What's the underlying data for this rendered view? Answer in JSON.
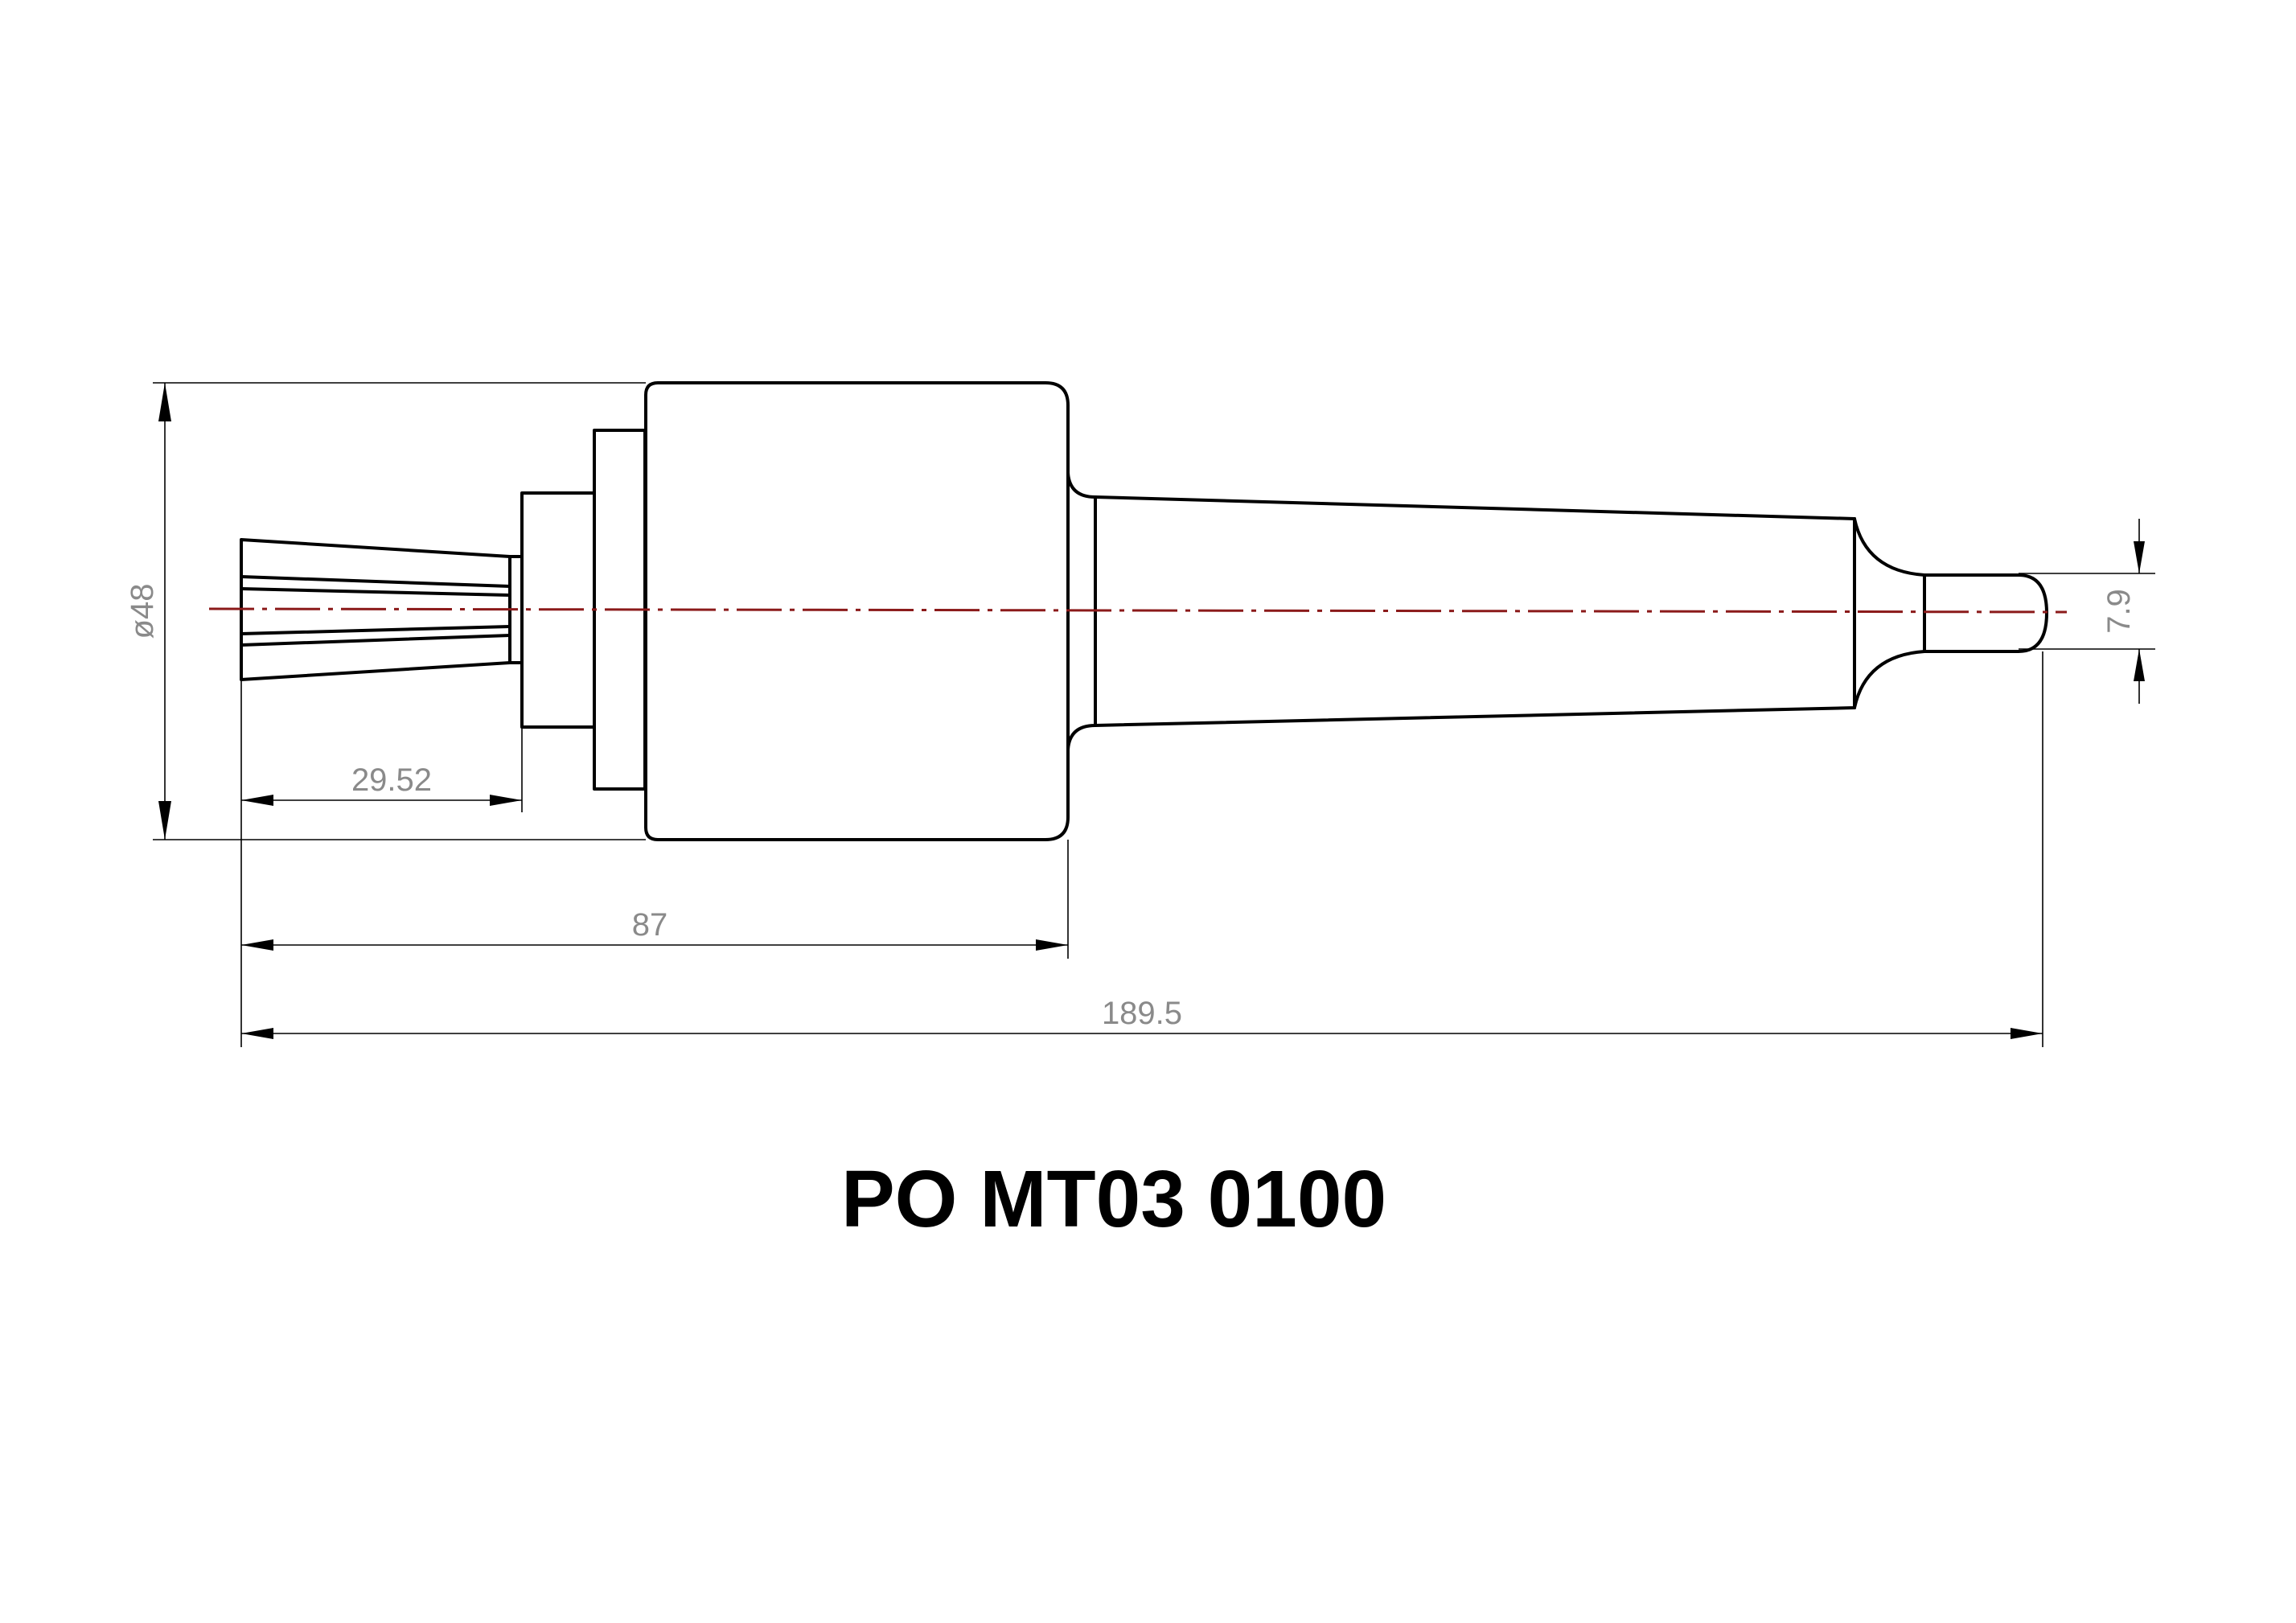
{
  "drawing": {
    "part_number": "PO MT03 0100",
    "dimensions": {
      "diameter_48": "ø48",
      "length_29_52": "29.52",
      "length_87": "87",
      "length_189_5": "189.5",
      "tip_7_9": "7.9"
    },
    "colors": {
      "outline": "#000000",
      "dimension_text": "#8a8a8a",
      "centerline": "#8b1a1a"
    }
  }
}
